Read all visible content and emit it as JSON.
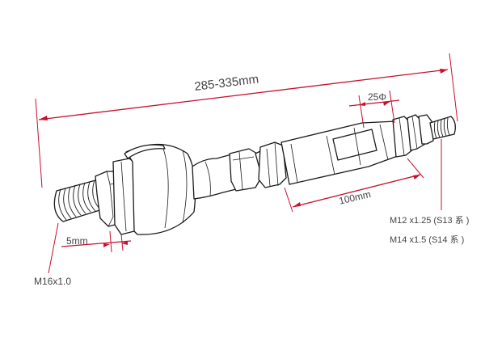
{
  "diagram": {
    "overall_length_label": "285-335mm",
    "diameter_label": "25Φ",
    "adjust_length_label": "100mm",
    "nut_width_label": "5mm",
    "inner_thread_label": "M16x1.0",
    "outer_thread_labels": [
      "M12 x1.25 (S13 系 )",
      "M14 x1.5 (S14 系 )"
    ],
    "accent_color": "#c8102e",
    "line_color": "#1a1a1a"
  }
}
